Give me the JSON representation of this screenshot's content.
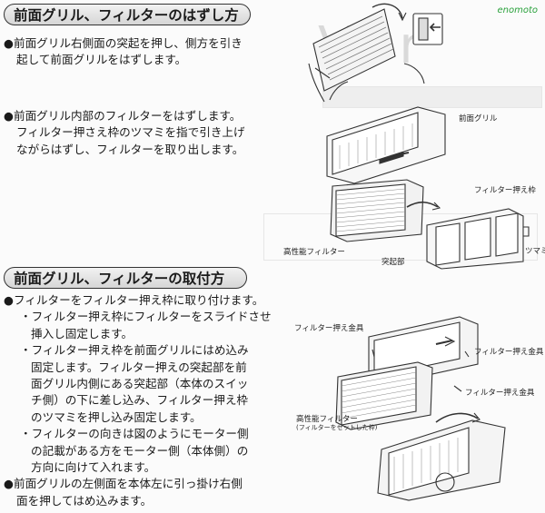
{
  "watermark": "enomoto",
  "section1": {
    "title": "前面グリル、フィルターのはずし方",
    "steps": [
      [
        "●前面グリル右側面の突起を押し、側方を引き",
        "起して前面グリルをはずします。"
      ],
      [
        "●前面グリル内部のフィルターをはずします。",
        "フィルター押さえ枠のツマミを指で引き上げ",
        "ながらはずし、フィルターを取り出します。"
      ]
    ],
    "labels": {
      "front_grill": "前面グリル",
      "filter_frame": "フィルター押え枠",
      "hepa_filter": "高性能フィルター",
      "protrusion": "突起部",
      "knob": "ツマミ"
    }
  },
  "section2": {
    "title": "前面グリル、フィルターの取付方",
    "intro": "●フィルターをフィルター押え枠に取り付けます。",
    "sub_items": [
      [
        "・フィルター押え枠にフィルターをスライドさせ",
        "挿入し固定します。"
      ],
      [
        "・フィルター押え枠を前面グリルにはめ込み",
        "固定します。フィルター押えの突起部を前",
        "面グリル内側にある突起部（本体のスイッ",
        "チ側）の下に差し込み、フィルター押え枠",
        "のツマミを押し込み固定します。"
      ],
      [
        "・フィルターの向きは図のようにモーター側",
        "の記載がある方をモーター側（本体側）の",
        "方向に向けて入れます。"
      ]
    ],
    "outro": [
      "●前面グリルの左側面を本体左に引っ掛け右側",
      "面を押してはめ込みます。"
    ],
    "labels": {
      "bracket_left": "フィルター押え金具",
      "bracket_right1": "フィルター押え金具",
      "bracket_right2": "フィルター押え金具",
      "hepa_filter": "高性能フィルター",
      "hepa_filter_note": "(フィルターをセットした枠)"
    }
  }
}
